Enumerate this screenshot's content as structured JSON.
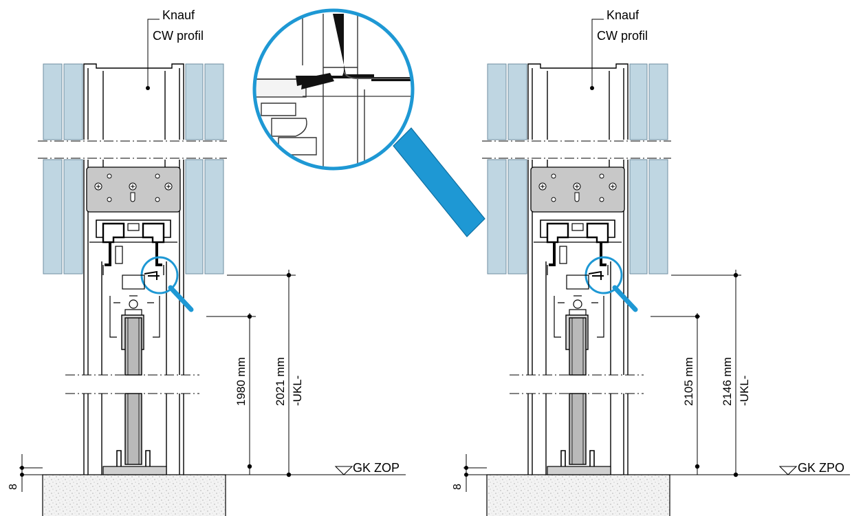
{
  "drawings": [
    {
      "id": "left",
      "profile_label": [
        "Knauf",
        "CW profil"
      ],
      "dim_inner": "1980 mm",
      "dim_outer": [
        "2021 mm",
        "-UKL-"
      ],
      "floor_label": "GK ZOP",
      "gap_label": "8"
    },
    {
      "id": "right",
      "profile_label": [
        "Knauf",
        "CW profil"
      ],
      "dim_inner": "2105 mm",
      "dim_outer": [
        "2146 mm",
        "-UKL-"
      ],
      "floor_label": "GK ZPO",
      "gap_label": "8"
    }
  ],
  "colors": {
    "glass": "#bfd6e2",
    "glass_edge": "#6f8ea0",
    "plate": "#c8c8c8",
    "door_leaf": "#b9b9b9",
    "magnifier": "#1e98d4",
    "concrete": "#f2f2f2",
    "ink": "#000000"
  }
}
